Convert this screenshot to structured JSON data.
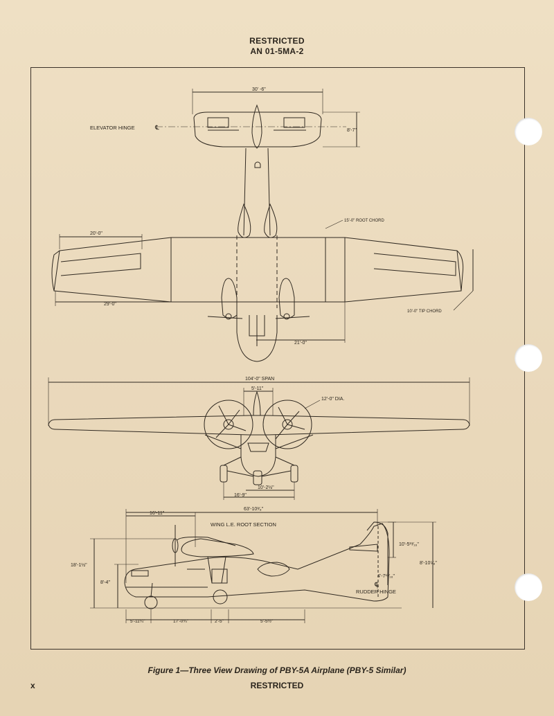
{
  "header": {
    "classification": "RESTRICTED",
    "document_number": "AN 01-5MA-2"
  },
  "caption": "Figure 1—Three View Drawing of PBY-5A Airplane (PBY-5 Similar)",
  "footer": {
    "page_number": "x",
    "classification": "RESTRICTED"
  },
  "drawing": {
    "top_view": {
      "elevator_hinge": "ELEVATOR HINGE",
      "centerline_mark": "℄",
      "tail_span": "30' -6\"",
      "tail_chord": "8'-7\"",
      "root_chord": "15'-0\" ROOT CHORD",
      "outer_panel": "20'-0\"",
      "panel_span": "29'-0\"",
      "tip_chord": "10'-0\" TIP CHORD",
      "engine_spacing": "21'-0\""
    },
    "front_view": {
      "span": "104'-0\" SPAN",
      "nacelle_spacing": "5'-11\"",
      "prop_diameter": "12'-0\" DIA.",
      "gear_width": "10'-2½\"",
      "tread": "16'-9\""
    },
    "side_view": {
      "length": "63'-10³⁄₈\"",
      "nose_to_wing": "16'-11\"",
      "wing_le_root": "WING L.E. ROOT SECTION",
      "overall_height": "18'-1½\"",
      "hull_height": "8'-4\"",
      "fin_height": "10'-5¹³⁄₁₆\"",
      "tail_height": "8'-10⁵⁄₈\"",
      "rudder_offset": "4'-7¹³⁄₁₆\"",
      "rudder_hinge": "RUDDER HINGE",
      "dim_a": "5'-11¼\"",
      "dim_b": "17'-0¾\"",
      "dim_c": "2'-5\"",
      "dim_d": "5'-5½\""
    }
  }
}
